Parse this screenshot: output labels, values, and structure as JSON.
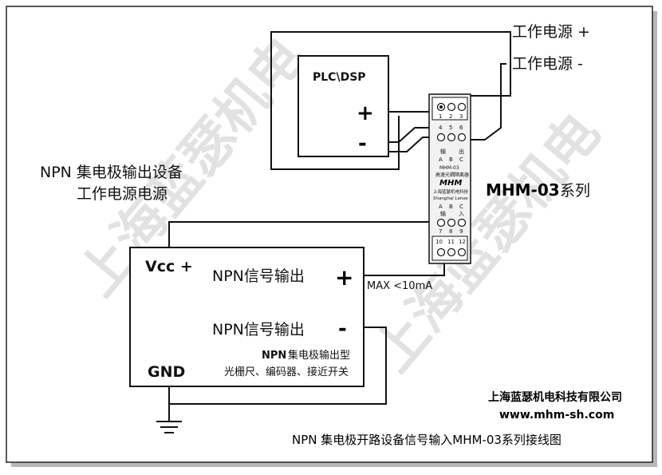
{
  "power_plus_label": "工作电源 +",
  "power_minus_label": "工作电源 -",
  "plc_label": "PLC\\DSP",
  "plc_plus": "+",
  "plc_minus": "-",
  "npn_supply_label_line1": "NPN 集电极输出设备",
  "npn_supply_label_line2": "工作电源电源",
  "model_label": "MHM-03",
  "model_suffix": "系列",
  "vcc_label": "Vcc +",
  "gnd_label": "GND",
  "signal_out_label": "NPN信号输出",
  "signal_plus": "+",
  "signal_minus": "-",
  "max_current": "MAX <10mA",
  "device_type_title_bold": "NPN",
  "device_type_title_rest": " 集电极输出型",
  "device_examples": "光栅尺、编码器、接近开关",
  "company_name": "上海蓝瑟机电科技有限公司",
  "website": "www.mhm-sh.com",
  "caption": "NPN 集电极开路设备信号输入MHM-03系列接线图",
  "watermark": "上海蓝瑟机电",
  "module": {
    "terminals_top": [
      "1",
      "2",
      "3"
    ],
    "terminals_mid": [
      "4",
      "5",
      "6"
    ],
    "terminals_low": [
      "7",
      "8",
      "9"
    ],
    "terminals_bottom": [
      "10",
      "11",
      "12"
    ],
    "output_header": [
      "输",
      "出"
    ],
    "output_channels": [
      "A",
      "B",
      "C"
    ],
    "brand": "MHM",
    "model": "MHM-03",
    "subtitle": "高速光耦隔离器",
    "company": "上海蓝瑟机电科技",
    "script_brand": "Shanghai Lanse",
    "input_channels": [
      "A",
      "B",
      "C"
    ],
    "input_header": [
      "输",
      "入"
    ]
  },
  "colors": {
    "line": "#111111",
    "watermark": "#9a9a9a",
    "background": "#ffffff"
  }
}
